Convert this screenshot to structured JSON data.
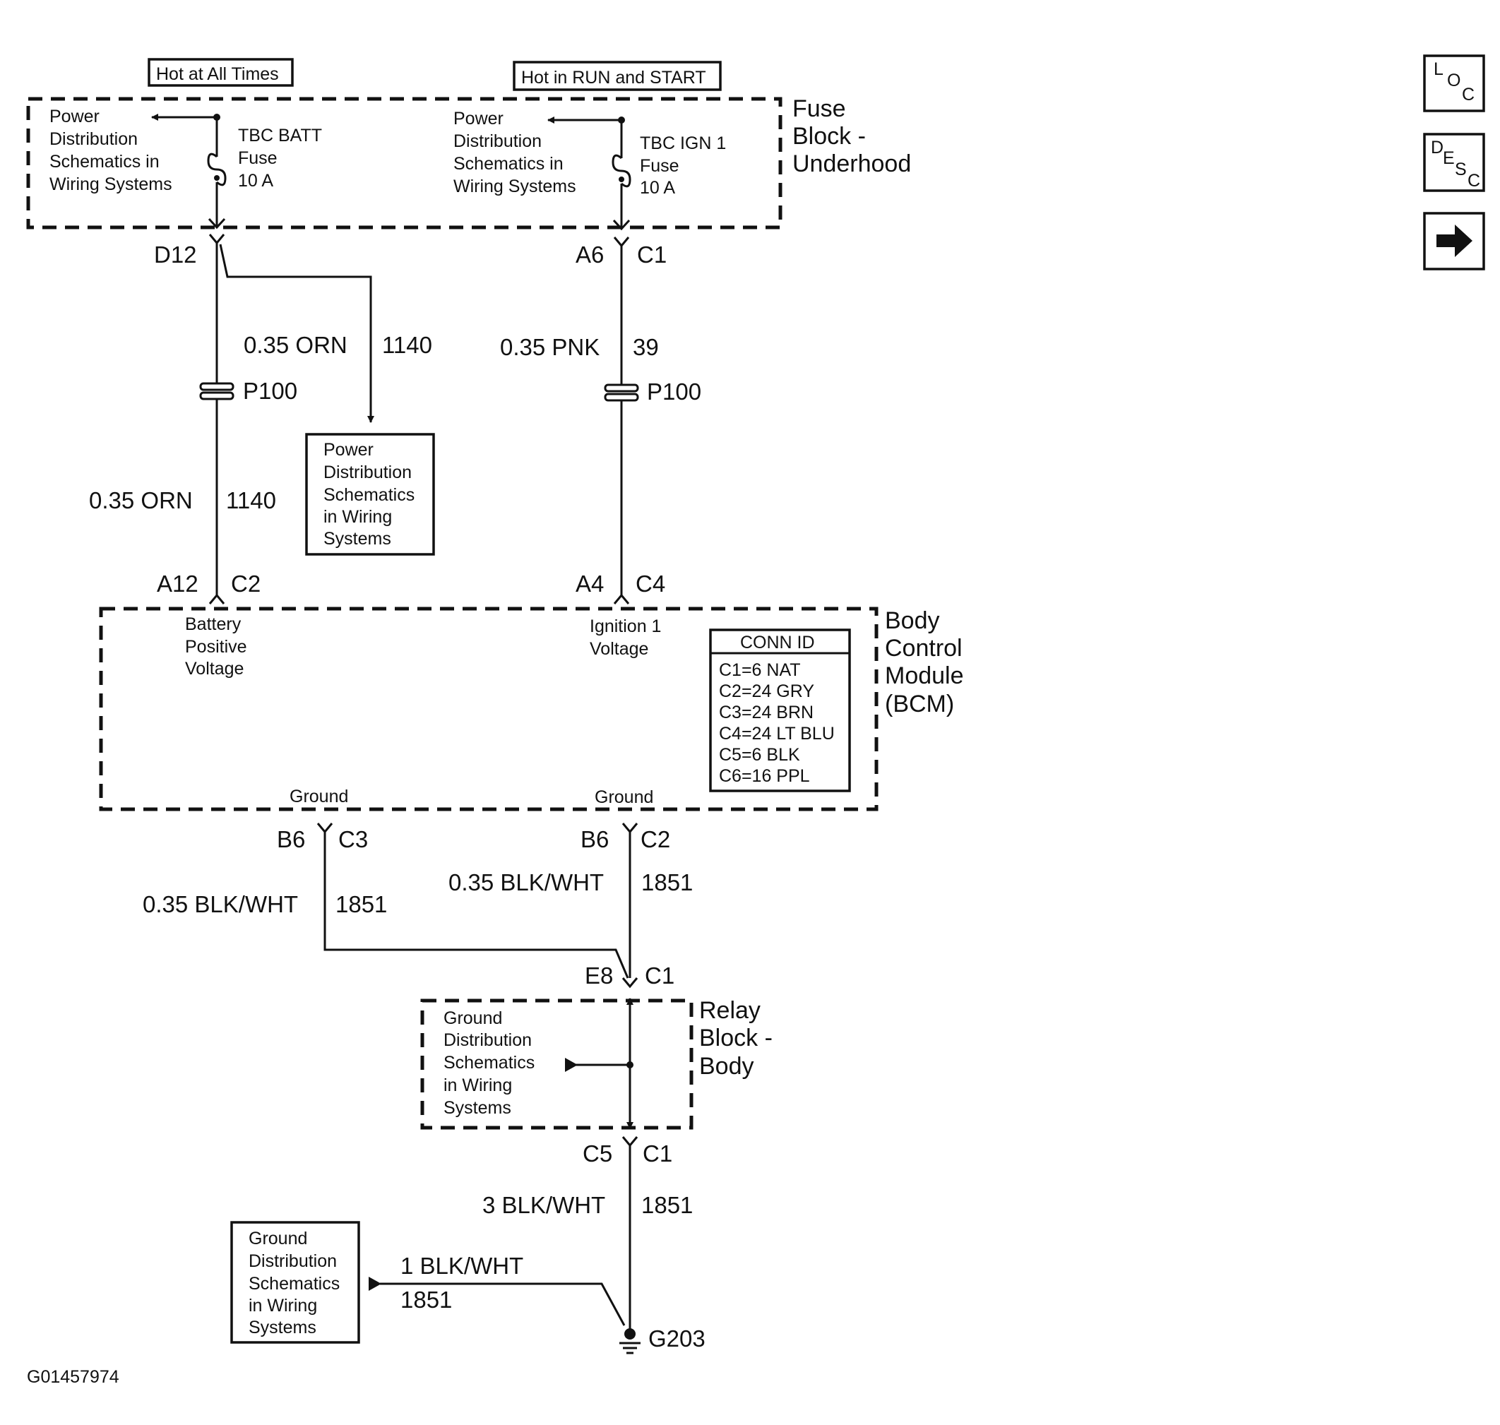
{
  "power_labels": {
    "hot_at_all_times": "Hot at All Times",
    "hot_in_run_and_start": "Hot in RUN and START"
  },
  "fuse_block": {
    "name_lines": [
      "Fuse",
      "Block -",
      "Underhood"
    ],
    "left_ref_lines": [
      "Power",
      "Distribution",
      "Schematics in",
      "Wiring Systems"
    ],
    "right_ref_lines": [
      "Power",
      "Distribution",
      "Schematics in",
      "Wiring Systems"
    ],
    "batt_fuse_lines": [
      "TBC BATT",
      "Fuse",
      "10 A"
    ],
    "ign_fuse_lines": [
      "TBC IGN 1",
      "Fuse",
      "10 A"
    ]
  },
  "connectors": {
    "d12": "D12",
    "a6": "A6",
    "a6_c": "C1",
    "p100_left": "P100",
    "p100_right": "P100",
    "a12": "A12",
    "a12_c": "C2",
    "a4": "A4",
    "a4_c": "C4",
    "b6_left": "B6",
    "b6_left_c": "C3",
    "b6_right": "B6",
    "b6_right_c": "C2",
    "e8": "E8",
    "e8_c": "C1",
    "c5": "C5",
    "c5_c": "C1"
  },
  "wires": {
    "orn_upper": {
      "gauge_color": "0.35 ORN",
      "circuit": "1140"
    },
    "pnk": {
      "gauge_color": "0.35 PNK",
      "circuit": "39"
    },
    "orn_lower": {
      "gauge_color": "0.35 ORN",
      "circuit": "1140"
    },
    "blkwht_left": {
      "gauge_color": "0.35 BLK/WHT",
      "circuit": "1851"
    },
    "blkwht_right": {
      "gauge_color": "0.35 BLK/WHT",
      "circuit": "1851"
    },
    "blkwht_3": {
      "gauge_color": "3 BLK/WHT",
      "circuit": "1851"
    },
    "blkwht_1": {
      "gauge_color": "1 BLK/WHT",
      "circuit": "1851"
    }
  },
  "power_dist_box_lines": [
    "Power",
    "Distribution",
    "Schematics",
    "in Wiring",
    "Systems"
  ],
  "bcm": {
    "name_lines": [
      "Body",
      "Control",
      "Module",
      "(BCM)"
    ],
    "battery_lines": [
      "Battery",
      "Positive",
      "Voltage"
    ],
    "ignition_lines": [
      "Ignition 1",
      "Voltage"
    ],
    "ground_left": "Ground",
    "ground_right": "Ground",
    "conn_id_title": "CONN ID",
    "conn_id_rows": [
      "C1=6 NAT",
      "C2=24 GRY",
      "C3=24 BRN",
      "C4=24 LT BLU",
      "C5=6 BLK",
      "C6=16 PPL"
    ]
  },
  "relay_block": {
    "name_lines": [
      "Relay",
      "Block -",
      "Body"
    ],
    "ground_ref_lines": [
      "Ground",
      "Distribution",
      "Schematics",
      "in Wiring",
      "Systems"
    ]
  },
  "ground_box_lines": [
    "Ground",
    "Distribution",
    "Schematics",
    "in Wiring",
    "Systems"
  ],
  "ground_point": "G203",
  "figure_id": "G01457974",
  "nav": {
    "loc": {
      "icon": "loc-icon",
      "chars": [
        "L",
        "O",
        "C"
      ]
    },
    "desc": {
      "icon": "desc-icon",
      "chars": [
        "D",
        "E",
        "S",
        "C"
      ]
    },
    "next": {
      "icon": "arrow-right-icon"
    }
  }
}
